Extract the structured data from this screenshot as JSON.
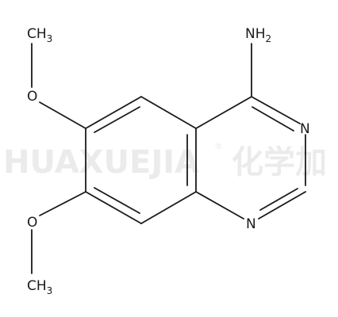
{
  "watermark": {
    "latin": "HUAXUEJIA",
    "reg": "®",
    "chinese": "化学加"
  },
  "labels": {
    "nh2_main": "NH",
    "nh2_sub": "2",
    "n3": "N",
    "n1": "N",
    "o6": "O",
    "o7": "O",
    "ch3_top_main": "CH",
    "ch3_top_sub": "3",
    "ch3_bot_main": "CH",
    "ch3_bot_sub": "3"
  },
  "colors": {
    "bond": "#1a1a1a",
    "watermark": "#ebebeb"
  }
}
